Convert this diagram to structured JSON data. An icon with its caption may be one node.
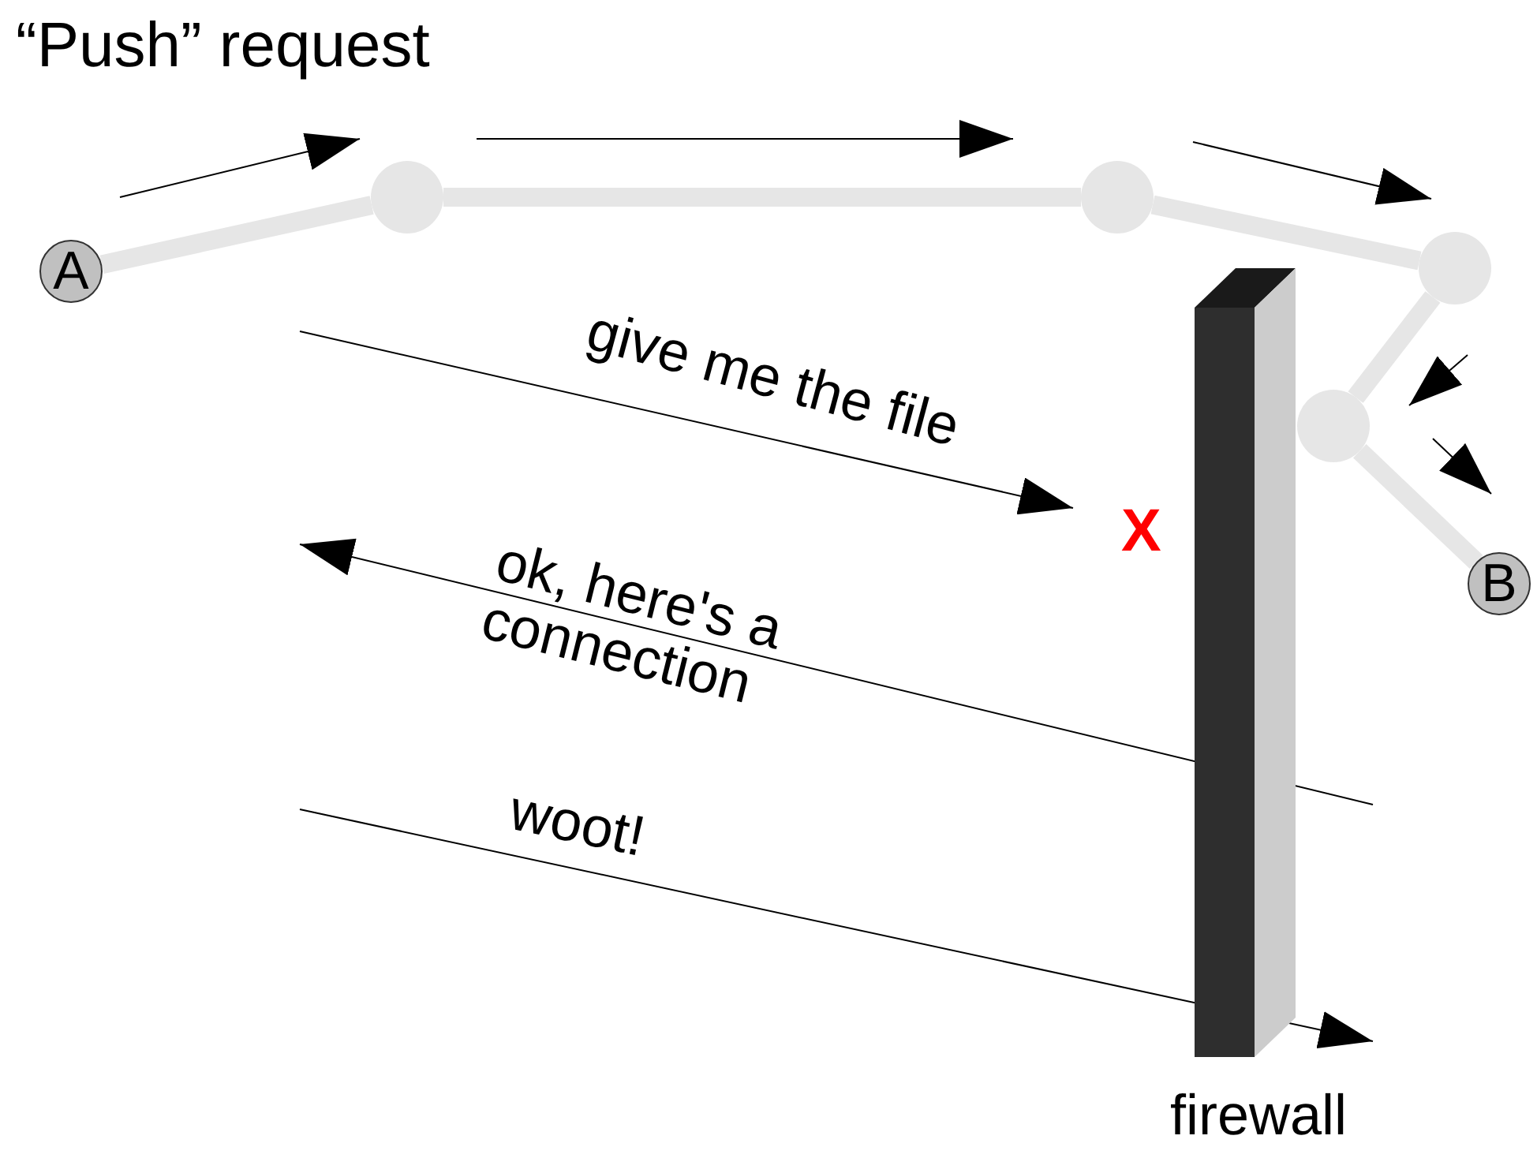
{
  "diagram": {
    "title": "“Push” request",
    "nodes": [
      {
        "text": [
          "A"
        ]
      },
      {
        "text": [],
        "shape": "circle"
      },
      {
        "text": [],
        "shape": "circle"
      },
      {
        "text": [],
        "shape": "circle"
      },
      {
        "text": [],
        "shape": "circle"
      },
      {
        "text": [
          "B"
        ]
      },
      {
        "text": [
          "firewall"
        ]
      }
    ],
    "edges": [
      {
        "from": 0,
        "to": 1,
        "arrow": "none"
      },
      {
        "from": 1,
        "to": 2,
        "arrow": "none"
      },
      {
        "from": 2,
        "to": 3,
        "arrow": "none"
      },
      {
        "from": 3,
        "to": 4,
        "arrow": "none"
      },
      {
        "from": 4,
        "to": 5,
        "arrow": "none"
      }
    ],
    "labels": [
      "give me the file",
      "X",
      "ok, here's a connection",
      "woot!"
    ]
  }
}
